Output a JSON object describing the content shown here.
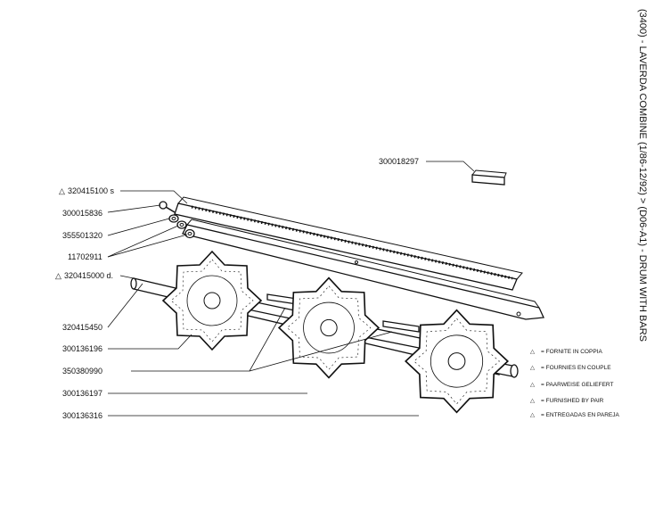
{
  "title": "(3400) - LAVERDA COMBINE (1/86-12/92) > (D06-A1) - DRUM WITH BARS",
  "parts": [
    {
      "code": "300018297"
    },
    {
      "code": "320415100 s",
      "mark": "△"
    },
    {
      "code": "300015836"
    },
    {
      "code": "355501320"
    },
    {
      "code": "11702911"
    },
    {
      "code": "320415000 d.",
      "mark": "△"
    },
    {
      "code": "320415450"
    },
    {
      "code": "300136196"
    },
    {
      "code": "350380990"
    },
    {
      "code": "300136197"
    },
    {
      "code": "300136316"
    }
  ],
  "legend": [
    {
      "symbol": "△",
      "text": "= FORNITE IN COPPIA"
    },
    {
      "symbol": "△",
      "text": "= FOURNIES EN COUPLE"
    },
    {
      "symbol": "△",
      "text": "= PAARWEISE GELIEFERT"
    },
    {
      "symbol": "△",
      "text": "= FURNISHED BY PAIR"
    },
    {
      "symbol": "△",
      "text": "= ENTREGADAS EN PAREJA"
    }
  ]
}
